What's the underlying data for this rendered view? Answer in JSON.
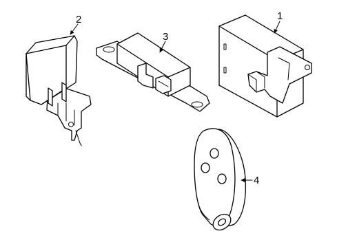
{
  "diagram": {
    "callouts": [
      {
        "id": "callout-1",
        "label": "1"
      },
      {
        "id": "callout-2",
        "label": "2"
      },
      {
        "id": "callout-3",
        "label": "3"
      },
      {
        "id": "callout-4",
        "label": "4"
      }
    ]
  }
}
